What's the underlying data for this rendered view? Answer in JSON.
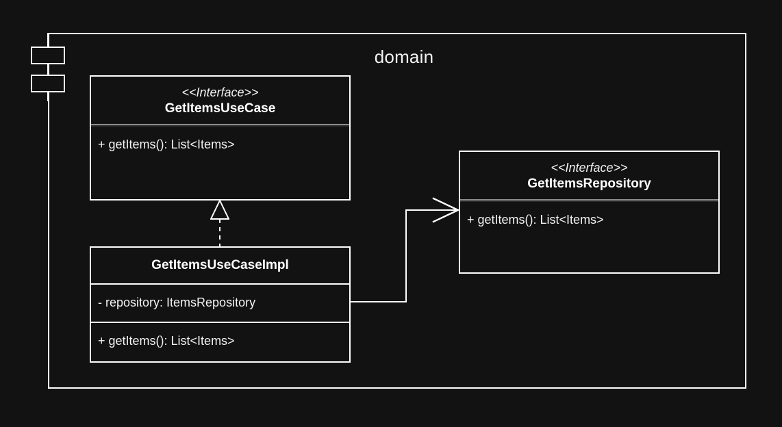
{
  "diagram": {
    "type": "uml-class-diagram",
    "background_color": "#121212",
    "line_color": "#ffffff",
    "text_color": "#f2f2f2",
    "separator_color": "#8d8d8d"
  },
  "package": {
    "name": "domain",
    "icon": "package-tab-icon"
  },
  "classes": [
    {
      "id": "GetItemsUseCase",
      "stereotype": "<<Interface>>",
      "name": "GetItemsUseCase",
      "attributes": [],
      "methods": [
        "+ getItems(): List<Items>"
      ]
    },
    {
      "id": "GetItemsRepository",
      "stereotype": "<<Interface>>",
      "name": "GetItemsRepository",
      "attributes": [],
      "methods": [
        "+ getItems(): List<Items>"
      ]
    },
    {
      "id": "GetItemsUseCaseImpl",
      "stereotype": "",
      "name": "GetItemsUseCaseImpl",
      "attributes": [
        "- repository: ItemsRepository"
      ],
      "methods": [
        "+ getItems(): List<Items>"
      ]
    }
  ],
  "relationships": [
    {
      "id": "realization",
      "kind": "realization",
      "line_style": "dashed",
      "arrow": "hollow-triangle",
      "from": "GetItemsUseCaseImpl",
      "to": "GetItemsUseCase"
    },
    {
      "id": "association",
      "kind": "association",
      "line_style": "solid",
      "arrow": "open-arrow",
      "from": "GetItemsUseCaseImpl",
      "to": "GetItemsRepository"
    }
  ]
}
